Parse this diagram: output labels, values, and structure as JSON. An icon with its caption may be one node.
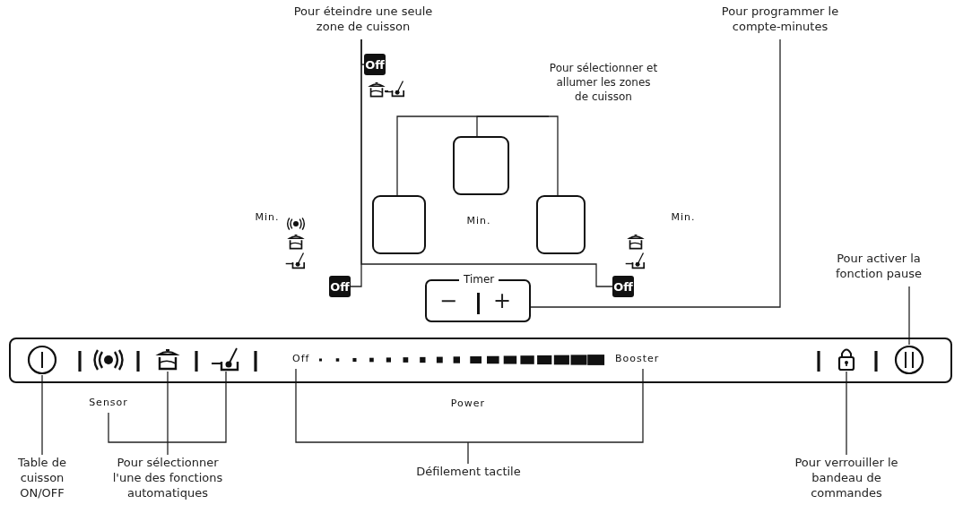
{
  "diagram": {
    "nodes": [
      {
        "text": [
          "Pour éteindre une seule zone de cuisson"
        ]
      },
      {
        "text": [
          "Pour programmer le compte-minutes"
        ]
      },
      {
        "text": [
          "Off"
        ]
      },
      {
        "text": [
          "Pour sélectionner et allumer les zones de cuisson"
        ]
      },
      {
        "text": [],
        "shape": "box"
      },
      {
        "text": [],
        "shape": "box"
      },
      {
        "text": [],
        "shape": "box"
      },
      {
        "text": [
          "Pour activer la fonction pause"
        ]
      },
      {
        "text": [
          "Off"
        ]
      },
      {
        "text": [
          "Off"
        ]
      },
      {
        "text": [
          "Timer",
          "−",
          "+"
        ]
      },
      {
        "text": [],
        "shape": "box"
      },
      {
        "text": [],
        "shape": "circle",
        "in": 11
      },
      {
        "text": [],
        "shape": "circle",
        "in": 11
      },
      {
        "text": [],
        "shape": "picture",
        "in": 11
      },
      {
        "text": [],
        "shape": "picture",
        "in": 11
      },
      {
        "text": [
          "Off",
          "Booster"
        ],
        "in": 11
      },
      {
        "text": [],
        "shape": "picture",
        "in": 11
      },
      {
        "text": [],
        "shape": "circle",
        "in": 11
      },
      {
        "text": [
          "Sensor"
        ]
      },
      {
        "text": [
          "Table de cuisson ON/OFF"
        ]
      },
      {
        "text": [
          "Pour sélectionner l'une des fonctions automatiques"
        ]
      },
      {
        "text": [
          "Défilement tactile"
        ]
      },
      {
        "text": [
          "Pour verrouiller le bandeau de commandes"
        ]
      }
    ],
    "edges": [
      {
        "from": 0,
        "to": 2,
        "arrow": "none"
      },
      {
        "from": 0,
        "to": 8,
        "arrow": "none"
      },
      {
        "from": 0,
        "to": 9,
        "arrow": "none"
      },
      {
        "from": 3,
        "to": 5,
        "arrow": "none"
      },
      {
        "from": 3,
        "to": 4,
        "arrow": "none"
      },
      {
        "from": 3,
        "to": 6,
        "arrow": "none"
      },
      {
        "from": 1,
        "to": 10,
        "arrow": "none"
      },
      {
        "from": 7,
        "to": 18,
        "arrow": "none"
      },
      {
        "from": 20,
        "to": 12,
        "arrow": "none"
      },
      {
        "from": 21,
        "to": 14,
        "arrow": "none"
      },
      {
        "from": 19,
        "to": 15,
        "arrow": "none"
      },
      {
        "from": 22,
        "to": 16,
        "arrow": "none"
      },
      {
        "from": 23,
        "to": 17,
        "arrow": "none"
      }
    ],
    "labels": [
      "Min.",
      "Min.",
      "Min.",
      "Power"
    ]
  }
}
